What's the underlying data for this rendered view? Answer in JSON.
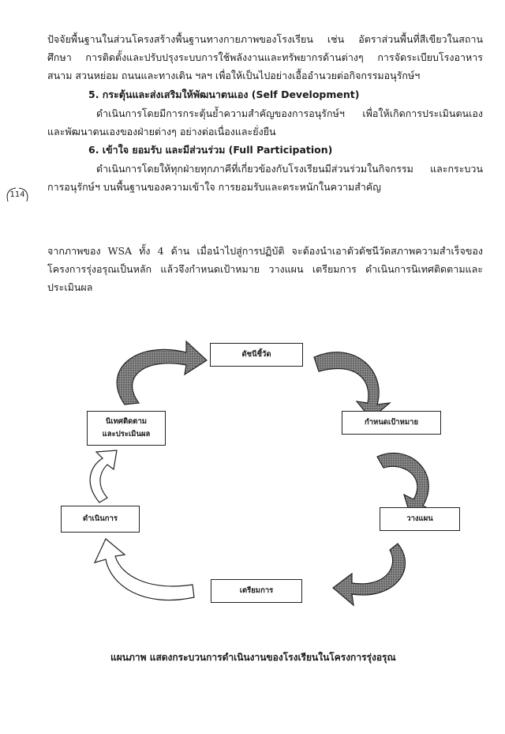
{
  "page_number": "114",
  "paragraph_top": "ปัจจัยพื้นฐานในส่วนโครงสร้างพื้นฐานทางกายภาพของโรงเรียน เช่น อัตราส่วนพื้นที่สีเขียวในสถานศึกษา การติดตั้งและปรับปรุงระบบการใช้พลังงานและทรัพยากรด้านต่างๆ การจัดระเบียบโรงอาหาร สนาม สวนหย่อม ถนนและทางเดิน ฯลฯ เพื่อให้เป็นไปอย่างเอื้ออำนวยต่อกิจกรรมอนุรักษ์ฯ",
  "item5": {
    "heading": "5. กระตุ้นและส่งเสริมให้พัฒนาตนเอง (Self Development)",
    "body": "ดำเนินการโดยมีการกระตุ้นย้ำความสำคัญของการอนุรักษ์ฯ เพื่อให้เกิดการประเมินตนเอง และพัฒนาตนเองของฝ่ายต่างๆ อย่างต่อเนื่องและยั่งยืน"
  },
  "item6": {
    "heading": "6. เข้าใจ ยอมรับ และมีส่วนร่วม (Full Participation)",
    "body": "ดำเนินการโดยให้ทุกฝ่ายทุกภาคีที่เกี่ยวข้องกับโรงเรียนมีส่วนร่วมในกิจกรรม และกระบวน การอนุรักษ์ฯ บนพื้นฐานของความเข้าใจ การยอมรับและตระหนักในความสำคัญ"
  },
  "paragraph_wsa": "จากภาพของ WSA ทั้ง 4 ด้าน เมื่อนำไปสู่การปฏิบัติ จะต้องนำเอาตัวดัชนีวัดสภาพความสำเร็จของโครงการรุ่งอรุณเป็นหลัก แล้วจึงกำหนดเป้าหมาย วางแผน เตรียมการ ดำเนินการนิเทศติดตามและประเมินผล",
  "diagram": {
    "indicator": "ดัชนีชี้วัด",
    "goal": "กำหนดเป้าหมาย",
    "plan": "วางแผน",
    "prepare": "เตรียมการ",
    "operate": "ดำเนินการ",
    "supervise_line1": "นิเทศติดตาม",
    "supervise_line2": "และประเมินผล"
  },
  "caption": "แผนภาพ แสดงกระบวนการดำเนินงานของโรงเรียนในโครงการรุ่งอรุณ"
}
